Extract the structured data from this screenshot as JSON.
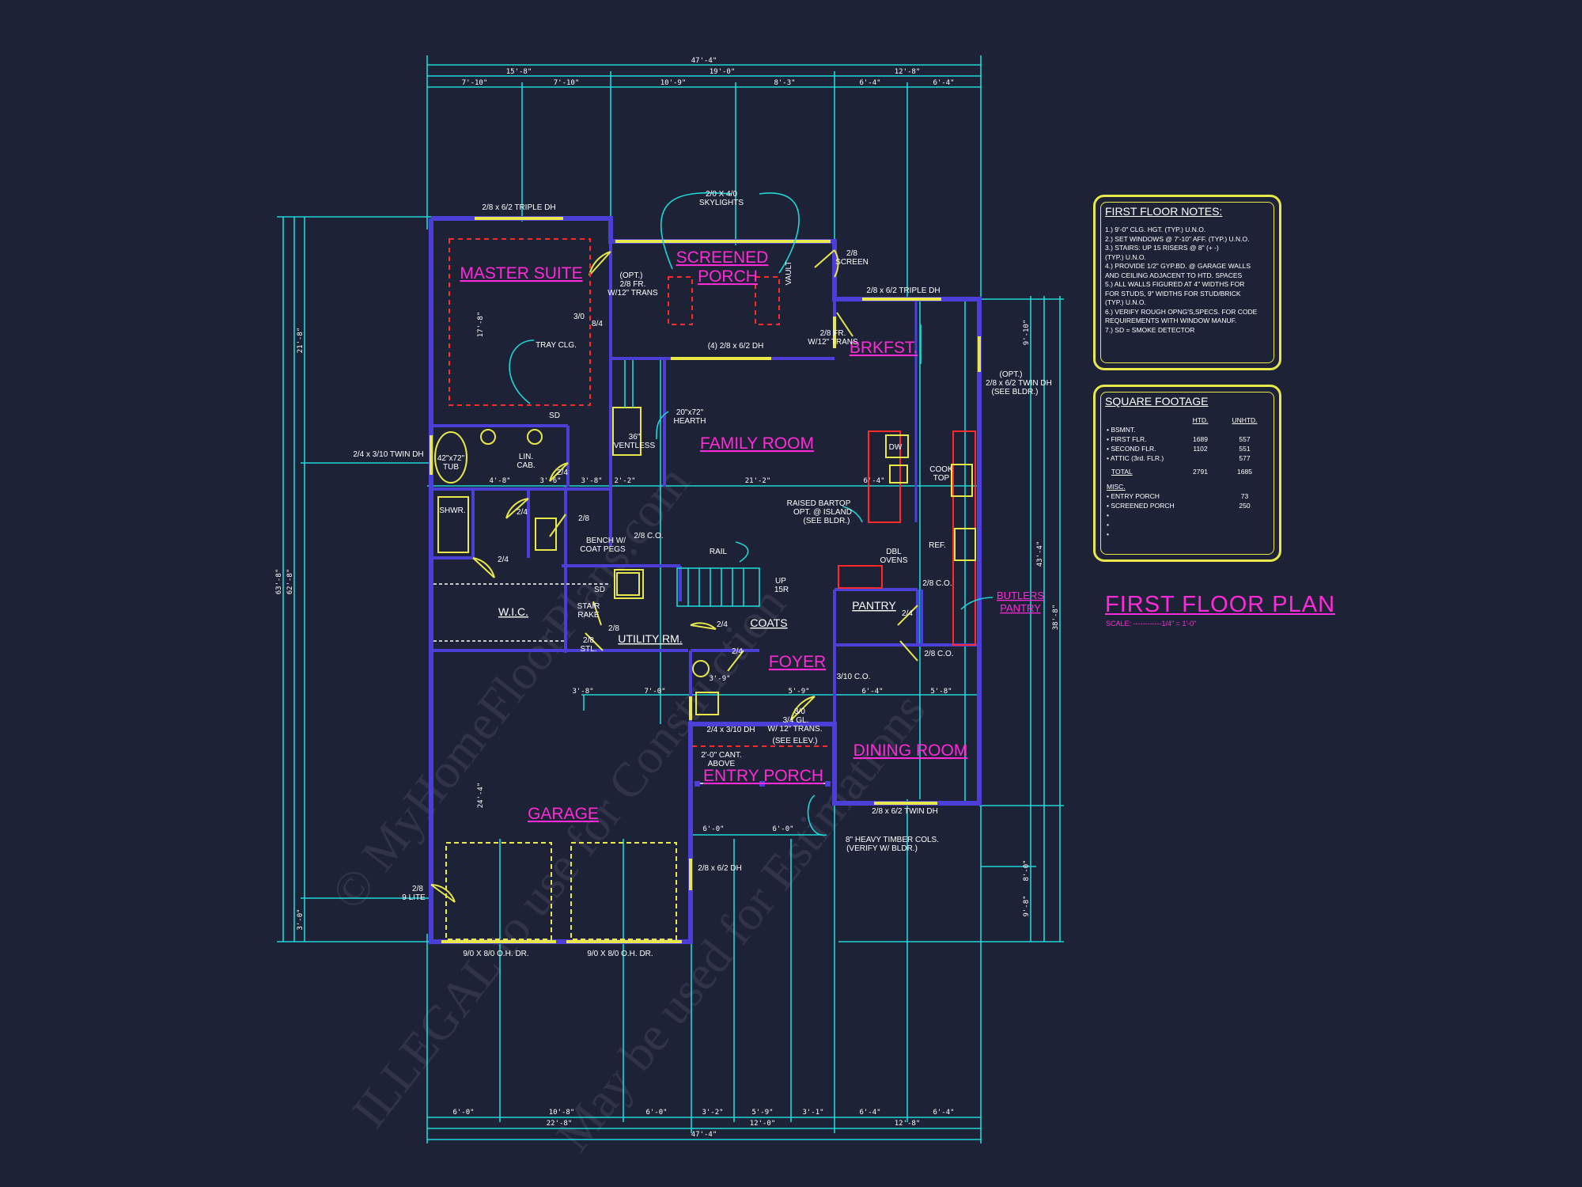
{
  "plan": {
    "title": "FIRST FLOOR PLAN",
    "scale": "SCALE: ------------1/4\" = 1'-0\""
  },
  "watermark": {
    "line1": "© MyHomeFloorPlans.com",
    "line2": "ILLEGAL to use for Construction",
    "line3": "May be used for Estimations"
  },
  "rooms": {
    "master_suite": "MASTER SUITE",
    "screened_porch_1": "SCREENED",
    "screened_porch_2": "PORCH",
    "brkfst": "BRKFST.",
    "family_room": "FAMILY ROOM",
    "wic": "W.I.C.",
    "utility": "UTILITY RM.",
    "coats": "COATS",
    "foyer": "FOYER",
    "pantry": "PANTRY",
    "butlers_1": "BUTLERS",
    "butlers_2": "PANTRY",
    "dining": "DINING ROOM",
    "entry_porch": "ENTRY PORCH",
    "garage": "GARAGE"
  },
  "labels": {
    "triple_dh_top": "2/8 x 6/2 TRIPLE DH",
    "skylights_1": "2/0 X 4/0",
    "skylights_2": "SKYLIGHTS",
    "screen_1": "2/8",
    "screen_2": "SCREEN",
    "opt_trans_1": "(OPT.)",
    "opt_trans_2": "2/8 FR.",
    "opt_trans_3": "W/12\" TRANS",
    "vault": "VAULT",
    "door_3_0": "3/0",
    "door_8_4": "8/4",
    "triple_dh_brk": "2/8 x 6/2 TRIPLE DH",
    "fr_trans_1": "2/8 FR.",
    "fr_trans_2": "W/12\" TRANS",
    "four_dh": "(4) 2/8 x 6/2 DH",
    "tray": "TRAY CLG.",
    "twin_dh_opt_1": "(OPT.)",
    "twin_dh_opt_2": "2/8 x 6/2 TWIN DH",
    "twin_dh_opt_3": "(SEE BLDR.)",
    "hearth_1": "20\"x72\"",
    "hearth_2": "HEARTH",
    "ventless_1": "36\"",
    "ventless_2": "VENTLESS",
    "twin_dh_left": "2/4 x 3/10 TWIN DH",
    "tub_1": "42\"x72\"",
    "tub_2": "TUB",
    "lin_1": "LIN.",
    "lin_2": "CAB.",
    "sd": "SD",
    "dw": "DW",
    "cooktop_1": "COOK",
    "cooktop_2": "TOP",
    "shwr": "SHWR.",
    "bartop_1": "RAISED BARTOP",
    "bartop_2": "OPT. @ ISLAND",
    "bartop_3": "(SEE BLDR.)",
    "ref": "REF.",
    "bench_1": "BENCH W/",
    "bench_2": "COAT PEGS",
    "co_28": "2/8 C.O.",
    "rail": "RAIL",
    "dbl_ovens_1": "DBL",
    "dbl_ovens_2": "OVENS",
    "up": "UP",
    "stair_count": "15R",
    "co_28_b": "2/8 C.O.",
    "stair_rake_1": "STAIR",
    "stair_rake_2": "RAKE",
    "stl_1": "2/8",
    "stl_2": "STL.",
    "co_28_c": "2/8 C.O.",
    "co_310": "3/10 C.O.",
    "d_24": "2/4",
    "d_28": "2/8",
    "dh_2310": "2/4 x 3/10 DH",
    "gl_1": "3/0",
    "gl_2": "3/4 GL.",
    "gl_3": "W/ 12\" TRANS.",
    "gl_4": "(SEE ELEV.)",
    "cant_1": "2'-0\" CANT.",
    "cant_2": "ABOVE",
    "twin_dh_dining": "2/8 x 6/2 TWIN DH",
    "timber_1": "8\" HEAVY TIMBER COLS.",
    "timber_2": "(VERIFY W/ BLDR.)",
    "dh_garage": "2/8 x 6/2 DH",
    "lite_1": "2/8",
    "lite_2": "9 LITE",
    "ohd_1": "9/0 X 8/0 O.H. DR.",
    "ohd_2": "9/0 X 8/0 O.H. DR."
  },
  "dims_top": {
    "overall": "47'-4\"",
    "r1": [
      "15'-8\"",
      "19'-0\"",
      "12'-8\""
    ],
    "r2": [
      "7'-10\"",
      "7'-10\"",
      "10'-9\"",
      "8'-3\"",
      "6'-4\"",
      "6'-4\""
    ]
  },
  "dims_bottom": {
    "overall": "47'-4\"",
    "r1": [
      "22'-8\"",
      "12'-0\"",
      "12'-8\""
    ],
    "r2": [
      "6'-0\"",
      "10'-8\"",
      "6'-0\"",
      "3'-2\"",
      "5'-9\"",
      "3'-1\"",
      "6'-4\"",
      "6'-4\""
    ]
  },
  "dims_left": {
    "outer": "63'-8\"",
    "inner": "62'-8\"",
    "upper": "21'-8\"",
    "lower": "3'-0\""
  },
  "dims_right": {
    "outer": "43'-4\"",
    "inner": "38'-8\"",
    "a": "9'-10\"",
    "b": "8'-0\"",
    "c": "9'-8\""
  },
  "interior_dims": [
    "4'-8\"",
    "3'-6\"",
    "3'-8\"",
    "2'-2\"",
    "21'-2\"",
    "5'-9\"",
    "6'-4\"",
    "3'-8\"",
    "6'-4\"",
    "5'-8\"",
    "3'-9\"",
    "7'-0\"",
    "6'-0\"",
    "6'-0\"",
    "17'-8\"",
    "24'-4\""
  ],
  "notes": {
    "title": "FIRST FLOOR NOTES:",
    "items": [
      "1.) 9'-0\" CLG. HGT. (TYP.) U.N.O.",
      "2.) SET WINDOWS @ 7'-10\" AFF. (TYP.) U.N.O.",
      "3.) STAIRS: UP 15 RISERS @ 8\" (+ -)",
      "     (TYP.) U.N.O.",
      "4.) PROVIDE 1/2\" GYP.BD. @ GARAGE WALLS",
      "     AND CEILING ADJACENT TO HTD. SPACES",
      "5.) ALL WALLS FIGURED AT 4\" WIDTHS FOR",
      "     FOR STUDS, 9\" WIDTHS FOR STUD/BRICK",
      "     (TYP.) U.N.O.",
      "6.) VERIFY ROUGH OPNG'S,SPECS. FOR CODE",
      "     REQUIREMENTS WITH WINDOW MANUF.",
      "7.) SD = SMOKE DETECTOR"
    ]
  },
  "sqft": {
    "title": "SQUARE FOOTAGE",
    "col_htd": "HTD.",
    "col_unhtd": "UNHTD.",
    "rows": [
      {
        "label": "• BSMNT.",
        "htd": "",
        "unhtd": ""
      },
      {
        "label": "• FIRST FLR.",
        "htd": "1689",
        "unhtd": "557"
      },
      {
        "label": "• SECOND FLR.",
        "htd": "1102",
        "unhtd": "551"
      },
      {
        "label": "• ATTIC (3rd. FLR.)",
        "htd": "",
        "unhtd": "577"
      }
    ],
    "total_label": "TOTAL",
    "total_htd": "2791",
    "total_unhtd": "1685",
    "misc_label": "MISC.",
    "misc_rows": [
      {
        "label": "• ENTRY PORCH",
        "unhtd": "73"
      },
      {
        "label": "• SCREENED PORCH",
        "unhtd": "250"
      },
      {
        "label": "•",
        "unhtd": ""
      },
      {
        "label": "•",
        "unhtd": ""
      },
      {
        "label": "•",
        "unhtd": ""
      }
    ]
  }
}
